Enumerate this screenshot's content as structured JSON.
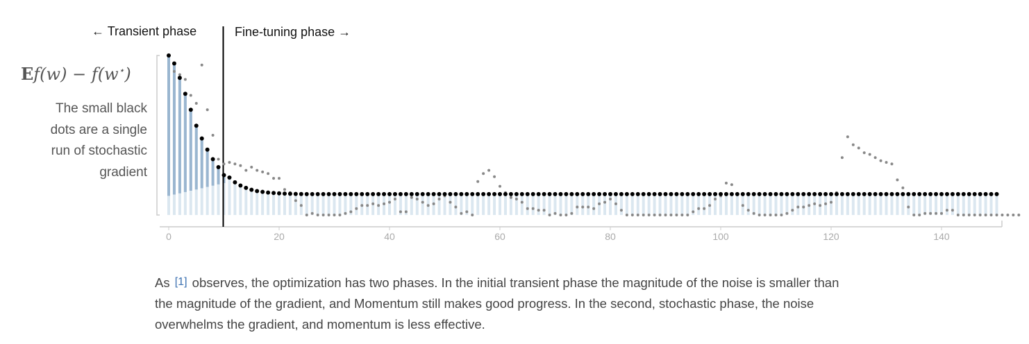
{
  "phases": {
    "left": {
      "arrow": "←",
      "label": "Transient phase"
    },
    "right": {
      "label": "Fine-tuning phase",
      "arrow": "→"
    }
  },
  "ylabel_desc": "The small black dots are a single run of stochastic gradient",
  "caption": {
    "before": "As",
    "ref": "[1]",
    "after": "observes, the optimization has two phases. In the initial transient phase the magnitude of the noise is smaller than the magnitude of the gradient, and Momentum still makes good progress. In the second, stochastic phase, the noise overwhelms the gradient, and momentum is less effective."
  },
  "chart_data": {
    "type": "scatter",
    "xlim": [
      0,
      151
    ],
    "xticks": [
      0,
      20,
      40,
      60,
      80,
      100,
      120,
      140
    ],
    "phase_boundary_x": 10,
    "ylabel": "Ef(w) − f(w*)",
    "series": [
      {
        "role": "expected_loss_black_dots",
        "values": [
          1.0,
          0.95,
          0.86,
          0.76,
          0.66,
          0.56,
          0.48,
          0.41,
          0.35,
          0.3,
          0.25,
          0.235,
          0.205,
          0.185,
          0.17,
          0.158,
          0.15,
          0.145,
          0.141,
          0.138,
          0.136,
          0.134,
          0.133,
          0.132,
          0.1315
        ],
        "plateau": 0.131
      },
      {
        "role": "stochastic_run_gray_dots",
        "values": [
          1.0,
          0.9,
          0.88,
          0.85,
          0.75,
          0.7,
          0.94,
          0.66,
          0.5,
          0.35,
          0.32,
          0.33,
          0.32,
          0.31,
          0.28,
          0.3,
          0.28,
          0.27,
          0.26,
          0.23,
          0.23,
          0.16,
          0.14,
          0.09,
          0.06,
          0.0,
          0.01,
          0.0,
          0.0,
          0.0,
          0.0,
          0.0,
          0.01,
          0.02,
          0.04,
          0.06,
          0.06,
          0.07,
          0.06,
          0.07,
          0.08,
          0.1,
          0.02,
          0.02,
          0.11,
          0.1,
          0.08,
          0.06,
          0.07,
          0.1,
          0.12,
          0.08,
          0.05,
          0.01,
          0.02,
          0.0,
          0.21,
          0.26,
          0.28,
          0.24,
          0.18,
          0.14,
          0.11,
          0.1,
          0.08,
          0.04,
          0.04,
          0.03,
          0.03,
          0.0,
          0.01,
          0.0,
          0.0,
          0.01,
          0.05,
          0.05,
          0.05,
          0.04,
          0.07,
          0.08,
          0.1,
          0.07,
          0.03,
          0.0,
          0.0,
          0.0,
          0.0,
          0.0,
          0.0,
          0.0,
          0.0,
          0.0,
          0.0,
          0.0,
          0.0,
          0.02,
          0.04,
          0.04,
          0.06,
          0.1,
          0.12,
          0.2,
          0.19,
          0.13,
          0.06,
          0.03,
          0.01,
          0.0,
          0.0,
          0.0,
          0.0,
          0.0,
          0.01,
          0.03,
          0.05,
          0.05,
          0.06,
          0.07,
          0.06,
          0.07,
          0.08,
          0.14,
          0.36,
          0.49,
          0.44,
          0.42,
          0.39,
          0.38,
          0.36,
          0.34,
          0.33,
          0.32,
          0.22,
          0.17,
          0.05,
          0.0,
          0.0,
          0.01,
          0.01,
          0.01,
          0.01,
          0.03,
          0.03,
          0.0,
          0.0,
          0.0,
          0.0,
          0.0,
          0.0,
          0.0,
          0.0,
          0.0,
          0.0,
          0.0,
          0.0
        ]
      }
    ]
  }
}
